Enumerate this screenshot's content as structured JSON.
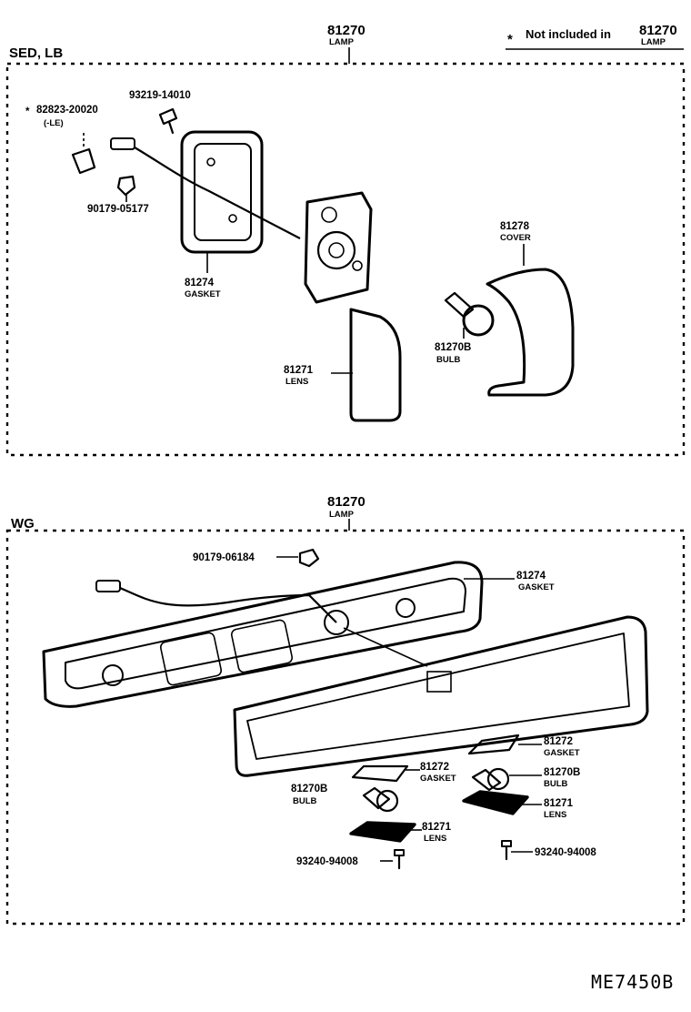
{
  "note": {
    "star": "*",
    "text": "Not included in",
    "part": "81270",
    "part_sub": "LAMP"
  },
  "sections": [
    {
      "id": "sed-lb",
      "label": "SED, LB",
      "assembly": {
        "part": "81270",
        "name": "LAMP"
      },
      "parts": [
        {
          "id": "s-bolt-top",
          "part": "93219-14010",
          "name": ""
        },
        {
          "id": "s-socket",
          "part": "82823-20020",
          "name": "(-LE)",
          "starred": true
        },
        {
          "id": "s-nut",
          "part": "90179-05177",
          "name": ""
        },
        {
          "id": "s-gasket",
          "part": "81274",
          "name": "GASKET"
        },
        {
          "id": "s-cover",
          "part": "81278",
          "name": "COVER"
        },
        {
          "id": "s-bulb",
          "part": "81270B",
          "name": "BULB"
        },
        {
          "id": "s-lens",
          "part": "81271",
          "name": "LENS"
        }
      ]
    },
    {
      "id": "wg",
      "label": "WG",
      "assembly": {
        "part": "81270",
        "name": "LAMP"
      },
      "parts": [
        {
          "id": "w-nut",
          "part": "90179-06184",
          "name": ""
        },
        {
          "id": "w-gasket-main",
          "part": "81274",
          "name": "GASKET"
        },
        {
          "id": "w-gasket-r",
          "part": "81272",
          "name": "GASKET"
        },
        {
          "id": "w-gasket-l",
          "part": "81272",
          "name": "GASKET"
        },
        {
          "id": "w-bulb-r",
          "part": "81270B",
          "name": "BULB"
        },
        {
          "id": "w-bulb-l",
          "part": "81270B",
          "name": "BULB"
        },
        {
          "id": "w-lens-r",
          "part": "81271",
          "name": "LENS"
        },
        {
          "id": "w-lens-l",
          "part": "81271",
          "name": "LENS"
        },
        {
          "id": "w-screw-l",
          "part": "93240-94008",
          "name": ""
        },
        {
          "id": "w-screw-r",
          "part": "93240-94008",
          "name": ""
        }
      ]
    }
  ],
  "diagram_code": "ME7450B"
}
